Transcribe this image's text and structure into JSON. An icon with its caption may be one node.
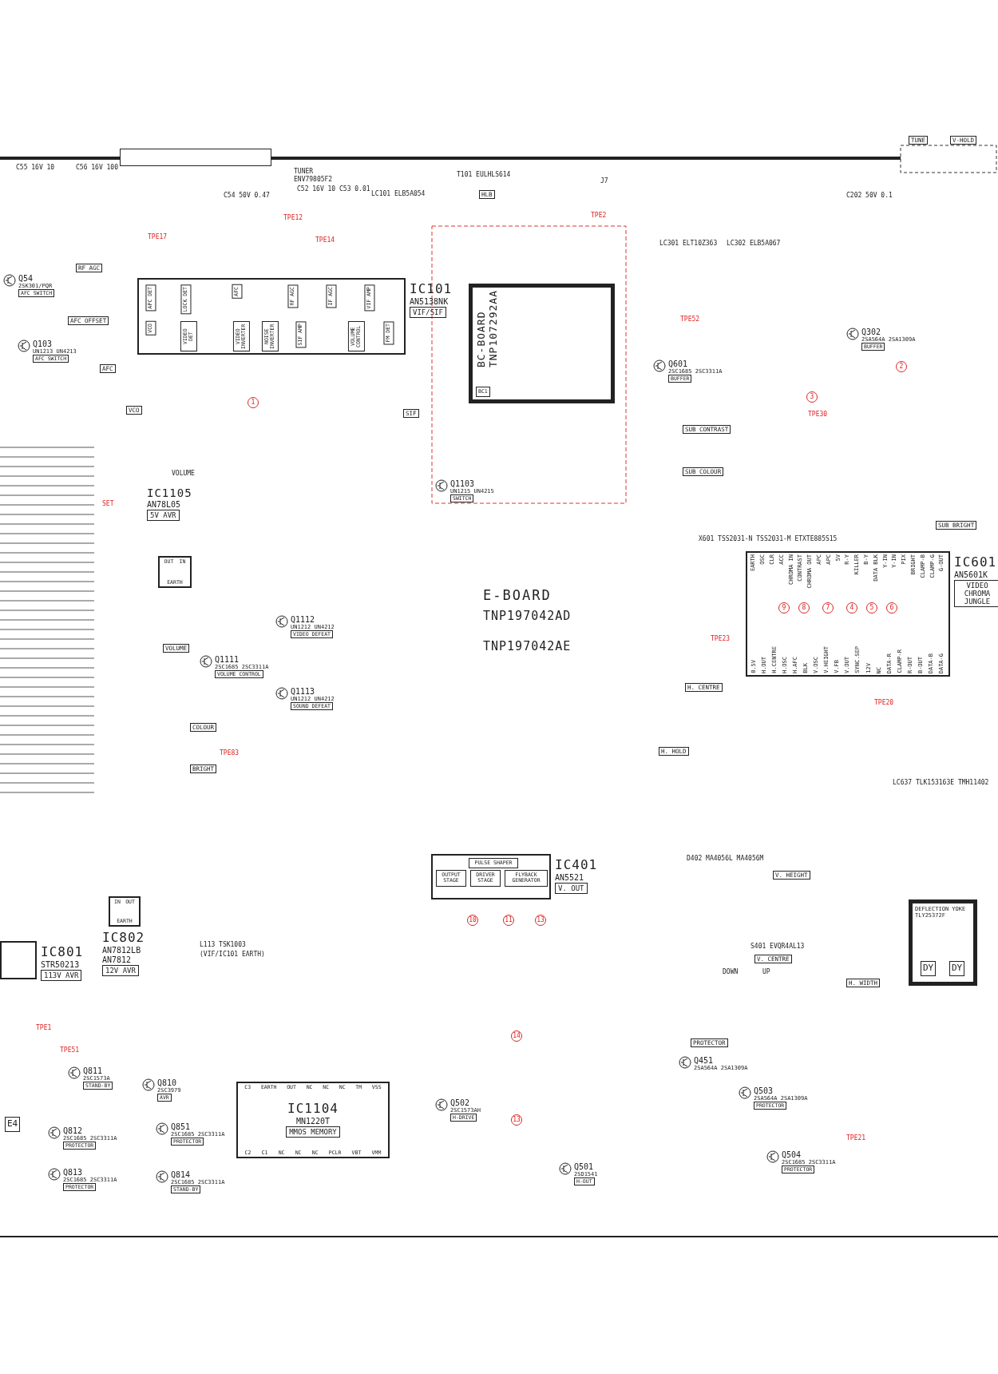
{
  "diagram": {
    "nodes": [
      {
        "text": [],
        "shape": "box",
        "beside": [
          "TUNER",
          "ENV79805F2"
        ]
      },
      {
        "text": [
          "IC101",
          "AN5138NK",
          "VIF/SIF"
        ]
      },
      {
        "text": [
          "APC DET"
        ],
        "in": 1
      },
      {
        "text": [
          "LOCK DET"
        ],
        "in": 1
      },
      {
        "text": [
          "AFC"
        ],
        "in": 1
      },
      {
        "text": [
          "RF AGC"
        ],
        "in": 1
      },
      {
        "text": [
          "IF AGC"
        ],
        "in": 1
      },
      {
        "text": [
          "VIF AMP"
        ],
        "in": 1
      },
      {
        "text": [
          "VCO"
        ],
        "in": 1
      },
      {
        "text": [
          "VIDEO DET"
        ],
        "in": 1
      },
      {
        "text": [
          "VIDEO INVERTER"
        ],
        "in": 1
      },
      {
        "text": [
          "NOISE INVERTER"
        ],
        "in": 1
      },
      {
        "text": [
          "SIF AMP"
        ],
        "in": 1
      },
      {
        "text": [
          "VOLUME CONTROL"
        ],
        "in": 1
      },
      {
        "text": [
          "FM DET"
        ],
        "in": 1
      },
      {
        "text": [
          "BC-BOARD",
          "TNP107292AA"
        ]
      },
      {
        "text": [
          "BC1"
        ],
        "in": 15
      },
      {
        "text": [
          "IC1105",
          "AN78L05",
          "5V AVR",
          "OUT",
          "IN",
          "EARTH"
        ]
      },
      {
        "text": [
          "IC601",
          "AN5601K",
          "VIDEO CHROMA JUNGLE",
          "EARTH",
          "OSC",
          "CLR",
          "ACC",
          "CHROMA IN",
          "CONTRAST",
          "CHROMA OUT",
          "APC",
          "APC",
          "5V",
          "R-Y",
          "KILLER",
          "B-Y",
          "DATA BLK",
          "Y-IN",
          "Y-IN",
          "PIX",
          "BRIGHT",
          "CLAMP-B",
          "CLAMP-G",
          "G-OUT",
          "8.5V",
          "H.OUT",
          "H.CENTRE",
          "H.OSC",
          "H.AFC",
          "BLK",
          "V.OSC",
          "V.HEIGHT",
          "V.FB",
          "V.OUT",
          "SYNC.SEP",
          "12V",
          "NC",
          "DATA-R",
          "CLAMP-R",
          "R-OUT",
          "B-OUT",
          "DATA-B",
          "DATA-G"
        ]
      },
      {
        "text": [
          "IC401",
          "AN5521",
          "V. OUT"
        ]
      },
      {
        "text": [
          "PULSE SHAPER"
        ],
        "in": 19
      },
      {
        "text": [
          "OUTPUT STAGE"
        ],
        "in": 19
      },
      {
        "text": [
          "DRIVER STAGE"
        ],
        "in": 19
      },
      {
        "text": [
          "FLYBACK GENERATOR"
        ],
        "in": 19
      },
      {
        "text": [
          "IC801",
          "STR50213",
          "113V AVR"
        ]
      },
      {
        "text": [
          "IC802",
          "AN7812LB",
          "AN7812",
          "12V AVR",
          "IN",
          "OUT",
          "EARTH"
        ]
      },
      {
        "text": [
          "IC1104",
          "MN1220T",
          "MMOS MEMORY",
          "C3",
          "EARTH",
          "OUT",
          "NC",
          "NC",
          "NC",
          "TM",
          "VSS",
          "C2",
          "C1",
          "NC",
          "NC",
          "NC",
          "PCLR",
          "VBT",
          "VMM"
        ]
      },
      {
        "text": [
          "DEFLECTION YOKE",
          "TLY25372F"
        ]
      },
      {
        "text": [
          "DY"
        ],
        "in": 27
      },
      {
        "text": [
          "DY"
        ],
        "in": 27
      },
      {
        "text": [
          "E4"
        ]
      },
      {
        "text": [
          "Q54",
          "2SK301/PQR",
          "AFC SWITCH"
        ]
      },
      {
        "text": [
          "Q103",
          "UN1213 UN4213",
          "AFC SWITCH"
        ]
      },
      {
        "text": [
          "Q601",
          "2SC1685 2SC3311A",
          "BUFFER"
        ]
      },
      {
        "text": [
          "Q302",
          "2SA564A 2SA1309A",
          "BUFFER"
        ]
      },
      {
        "text": [
          "Q1103",
          "UN1215 UN4215",
          "SWITCH"
        ]
      },
      {
        "text": [
          "Q1111",
          "2SC1685 2SC3311A",
          "VOLUME CONTROL"
        ]
      },
      {
        "text": [
          "Q1112",
          "UN1212 UN4212",
          "VIDEO DEFEAT"
        ]
      },
      {
        "text": [
          "Q1113",
          "UN1212 UN4212",
          "SOUND DEFEAT"
        ]
      },
      {
        "text": [
          "Q811",
          "2SC1573A",
          "STAND-BY"
        ]
      },
      {
        "text": [
          "Q810",
          "2SC3979",
          "AVR"
        ]
      },
      {
        "text": [
          "Q812",
          "2SC1685 2SC3311A",
          "PROTECTOR"
        ]
      },
      {
        "text": [
          "Q813",
          "2SC1685 2SC3311A",
          "PROTECTOR"
        ]
      },
      {
        "text": [
          "Q851",
          "2SC1685 2SC3311A",
          "PROTECTOR"
        ]
      },
      {
        "text": [
          "Q814",
          "2SC1685 2SC3311A",
          "STAND-BY"
        ]
      },
      {
        "text": [
          "Q502",
          "2SC1573AH",
          "H-DRIVE"
        ]
      },
      {
        "text": [
          "Q501",
          "2SD1541",
          "H-OUT"
        ]
      },
      {
        "text": [
          "Q451",
          "2SA564A 2SA1309A"
        ]
      },
      {
        "text": [
          "Q503",
          "2SA564A 2SA1309A",
          "PROTECTOR"
        ]
      },
      {
        "text": [
          "Q504",
          "2SC1685 2SC3311A",
          "PROTECTOR"
        ]
      }
    ],
    "labels": [
      "TUNE",
      "V-HOLD",
      "C55 16V 10",
      "C56 16V 100",
      "C54 50V 0.47",
      "C52 16V 10",
      "C53 0.01",
      "LC101 ELB5A054",
      "T101 EULHLS614",
      "HLB",
      "J7",
      "C202 50V 0.1",
      "RF AGC",
      "AFC OFFSET",
      "AFC",
      "VCO",
      "SIF",
      "LC301 ELT10Z363",
      "LC302 ELB5A067",
      "SUB CONTRAST",
      "SUB COLOUR",
      "SUB BRIGHT",
      "VOLUME",
      "SET",
      "VOLUME",
      "COLOUR",
      "BRIGHT",
      "E-BOARD",
      "TNP197042AD",
      "TNP197042AE",
      "H. CENTRE",
      "H. HOLD",
      "X601 TSS2031-N TSS2031-M ETXTE885S15",
      "LC637 TLK153163E TMH11402",
      "V. HEIGHT",
      "V. CENTRE",
      "H. WIDTH",
      "DOWN",
      "UP",
      "S401 EVQR4AL13",
      "D402 MA4056L MA4056M",
      "PROTECTOR",
      "L113 TSK1003",
      "(VIF/IC101 EARTH)",
      "TPE17",
      "TPE12",
      "TPE14",
      "TPE2",
      "TPE52",
      "TPE30",
      "TPE23",
      "TPE20",
      "TPE83",
      "TPE21",
      "TPE1",
      "TPE51",
      "1",
      "2",
      "3",
      "9",
      "8",
      "7",
      "4",
      "5",
      "6",
      "10",
      "11",
      "13",
      "14",
      "13"
    ]
  }
}
